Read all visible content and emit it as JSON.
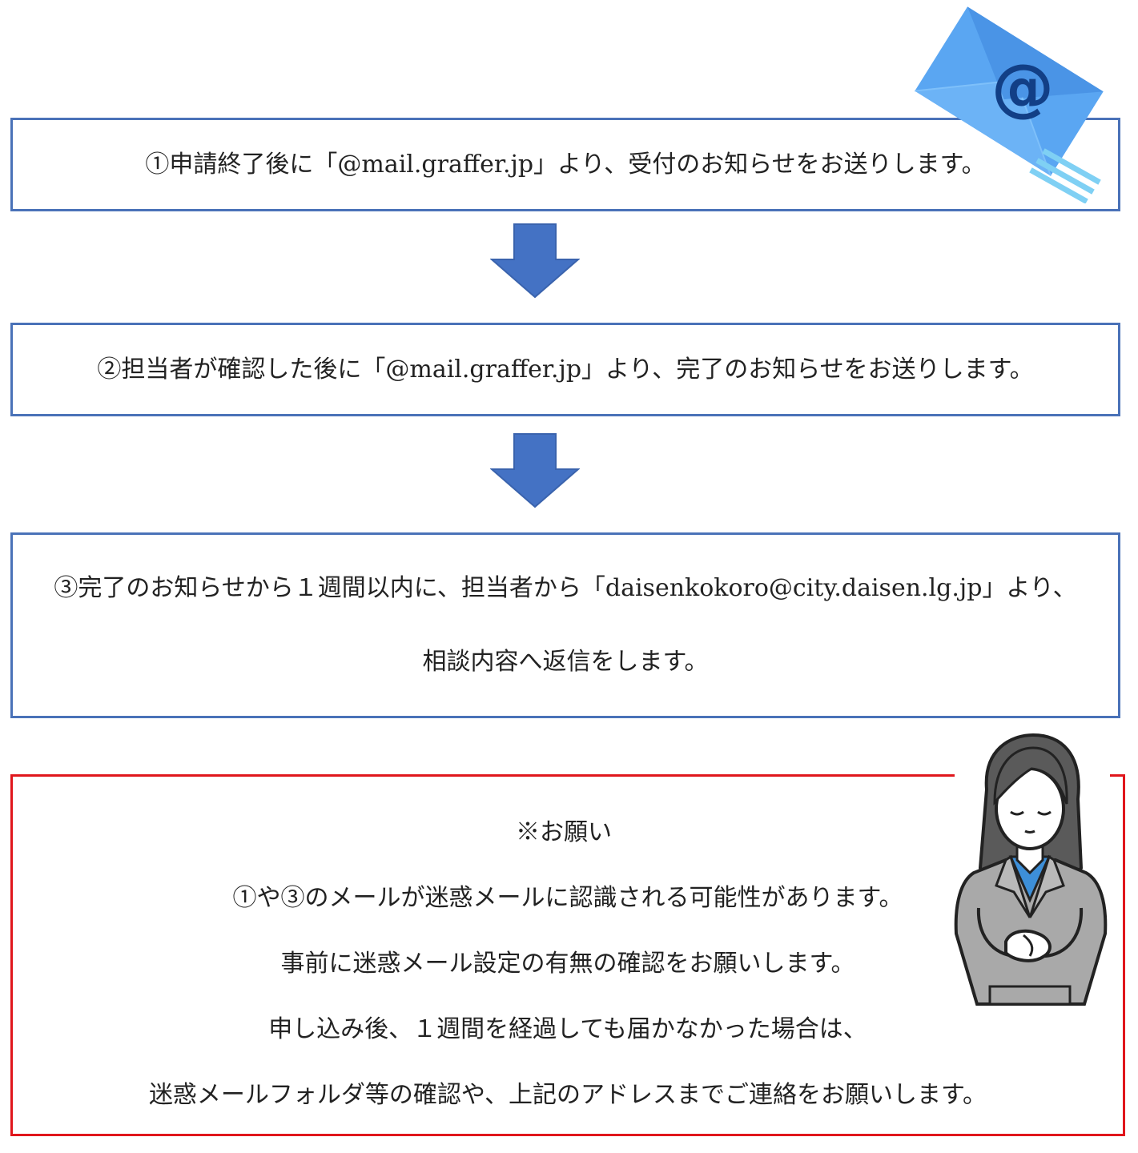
{
  "steps": [
    {
      "lines": [
        "①申請終了後に「@mail.graffer.jp」より、受付のお知らせをお送りします。"
      ]
    },
    {
      "lines": [
        "②担当者が確認した後に「@mail.graffer.jp」より、完了のお知らせをお送りします。"
      ]
    },
    {
      "lines": [
        "③完了のお知らせから１週間以内に、担当者から「daisenkokoro@city.daisen.lg.jp」より、",
        "相談内容へ返信をします。"
      ]
    }
  ],
  "note": {
    "title": "※お願い",
    "lines": [
      "①や③のメールが迷惑メールに認識される可能性があります。",
      "事前に迷惑メール設定の有無の確認をお願いします。",
      "申し込み後、１週間を経過しても届かなかった場合は、",
      "迷惑メールフォルダ等の確認や、上記のアドレスまでご連絡をお願いします。"
    ]
  },
  "colors": {
    "step_border": "#4a72b8",
    "arrow_fill": "#4472c4",
    "note_border": "#e0161c",
    "envelope_blue": "#5ba4f0"
  },
  "icons": {
    "envelope": "email-envelope-icon",
    "arrow": "down-arrow-icon",
    "person": "bowing-woman-illustration"
  }
}
